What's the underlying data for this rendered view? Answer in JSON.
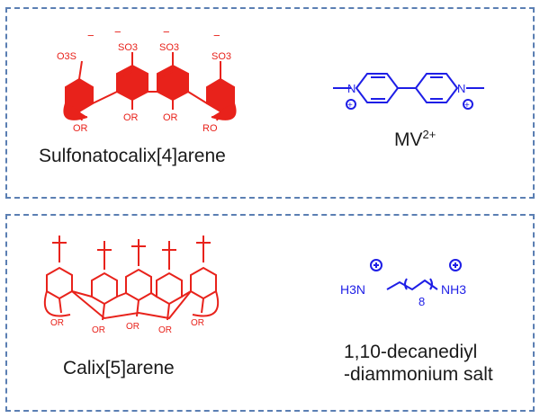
{
  "panels": [
    {
      "host_name": "Sulfonatocalix[4]arene",
      "guest_name": "MV",
      "guest_charge": "2+",
      "host_labels": {
        "so3": "SO3",
        "o3s": "O3S",
        "or": "OR",
        "ro": "RO",
        "minus": "−"
      },
      "guest_labels": {
        "n": "N",
        "plus": "+"
      }
    },
    {
      "host_name": "Calix[5]arene",
      "guest_name_line1": "1,10-decanediyl",
      "guest_name_line2": "-diammonium salt",
      "host_labels": {
        "or": "OR"
      },
      "guest_labels": {
        "h3n": "H3N",
        "nh3": "NH3",
        "plus": "+",
        "count": "8"
      }
    }
  ],
  "colors": {
    "host": "#e8221b",
    "guest": "#1e1ee6",
    "border": "#5b7fb3"
  }
}
